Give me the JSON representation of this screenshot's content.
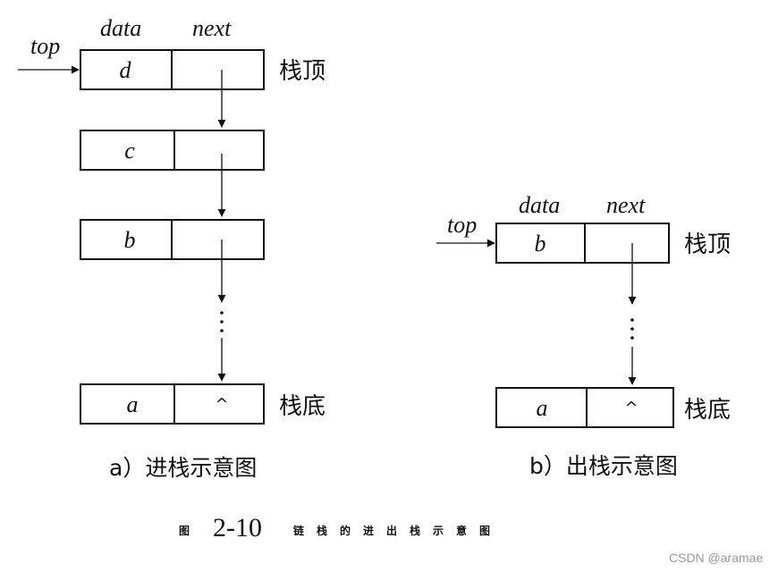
{
  "left_stack": {
    "header_data": "data",
    "header_next": "next",
    "top_label": "top",
    "top_label_text": "栈顶",
    "bottom_label_text": "栈底",
    "nodes": [
      {
        "data": "d",
        "next": ""
      },
      {
        "data": "c",
        "next": ""
      },
      {
        "data": "b",
        "next": ""
      },
      {
        "data": "a",
        "next": "^"
      }
    ],
    "caption": "a）进栈示意图"
  },
  "right_stack": {
    "header_data": "data",
    "header_next": "next",
    "top_label": "top",
    "top_label_text": "栈顶",
    "bottom_label_text": "栈底",
    "nodes": [
      {
        "data": "b",
        "next": ""
      },
      {
        "data": "a",
        "next": "^"
      }
    ],
    "caption": "b）出栈示意图"
  },
  "figure": {
    "number": "2-10",
    "prefix": "图",
    "title": "链栈的进出栈示意图"
  },
  "watermark": "CSDN @aramae"
}
